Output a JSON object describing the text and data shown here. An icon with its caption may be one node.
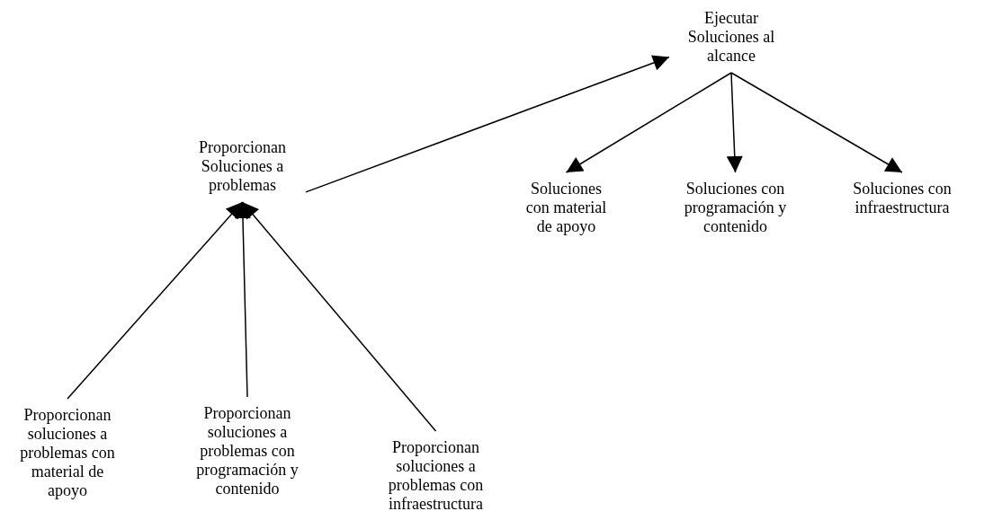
{
  "diagram": {
    "nodes": [
      {
        "text": [
          "Ejecutar Soluciones al alcance"
        ]
      },
      {
        "text": [
          "Proporcionan Soluciones a problemas"
        ]
      },
      {
        "text": [
          "Soluciones con material de apoyo"
        ]
      },
      {
        "text": [
          "Soluciones con programación y contenido"
        ]
      },
      {
        "text": [
          "Soluciones con infraestructura"
        ]
      },
      {
        "text": [
          "Proporcionan soluciones a problemas con material de apoyo"
        ]
      },
      {
        "text": [
          "Proporcionan soluciones a problemas con programación y contenido"
        ]
      },
      {
        "text": [
          "Proporcionan soluciones a problemas con infraestructura"
        ]
      }
    ],
    "edges": [
      {
        "from": 1,
        "to": 0,
        "arrow": "to"
      },
      {
        "from": 0,
        "to": 2,
        "arrow": "to"
      },
      {
        "from": 0,
        "to": 3,
        "arrow": "to"
      },
      {
        "from": 0,
        "to": 4,
        "arrow": "to"
      },
      {
        "from": 5,
        "to": 1,
        "arrow": "to"
      },
      {
        "from": 6,
        "to": 1,
        "arrow": "to"
      },
      {
        "from": 7,
        "to": 1,
        "arrow": "to"
      }
    ]
  }
}
